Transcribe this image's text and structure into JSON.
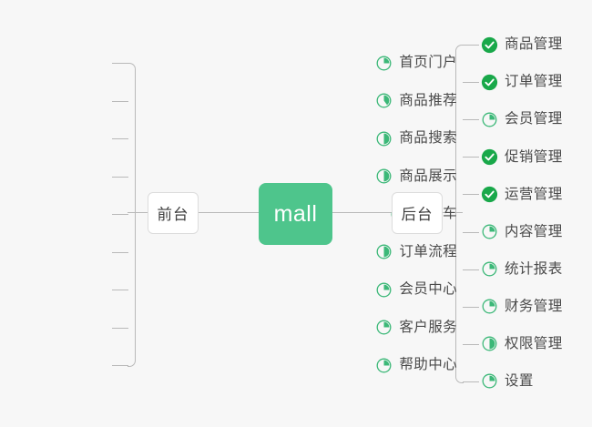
{
  "diagram": {
    "title": "mall",
    "background_color": "#f7f7f7",
    "accent_color": "#4ec58c",
    "done_color": "#19a84a",
    "progress_color": "#3cb878",
    "line_color": "#b9b9b9",
    "text_color": "#4a4a4a"
  },
  "root": {
    "label": "mall"
  },
  "branches": [
    {
      "side": "left",
      "node_label": "前台",
      "node_name": "node-front",
      "items": [
        {
          "label": "首页门户",
          "status": "progress",
          "percent": 25,
          "icon": "pie-progress-icon"
        },
        {
          "label": "商品推荐",
          "status": "progress",
          "percent": 40,
          "icon": "pie-progress-icon"
        },
        {
          "label": "商品搜索",
          "status": "progress",
          "percent": 50,
          "icon": "pie-progress-icon"
        },
        {
          "label": "商品展示",
          "status": "progress",
          "percent": 50,
          "icon": "pie-progress-icon"
        },
        {
          "label": "购物车",
          "status": "progress",
          "percent": 50,
          "icon": "pie-progress-icon"
        },
        {
          "label": "订单流程",
          "status": "progress",
          "percent": 50,
          "icon": "pie-progress-icon"
        },
        {
          "label": "会员中心",
          "status": "progress",
          "percent": 25,
          "icon": "pie-progress-icon"
        },
        {
          "label": "客户服务",
          "status": "progress",
          "percent": 25,
          "icon": "pie-progress-icon"
        },
        {
          "label": "帮助中心",
          "status": "progress",
          "percent": 25,
          "icon": "pie-progress-icon"
        }
      ]
    },
    {
      "side": "right",
      "node_label": "后台",
      "node_name": "node-back",
      "items": [
        {
          "label": "商品管理",
          "status": "done",
          "percent": 100,
          "icon": "check-circle-icon"
        },
        {
          "label": "订单管理",
          "status": "done",
          "percent": 100,
          "icon": "check-circle-icon"
        },
        {
          "label": "会员管理",
          "status": "progress",
          "percent": 25,
          "icon": "pie-progress-icon"
        },
        {
          "label": "促销管理",
          "status": "done",
          "percent": 100,
          "icon": "check-circle-icon"
        },
        {
          "label": "运营管理",
          "status": "done",
          "percent": 100,
          "icon": "check-circle-icon"
        },
        {
          "label": "内容管理",
          "status": "progress",
          "percent": 25,
          "icon": "pie-progress-icon"
        },
        {
          "label": "统计报表",
          "status": "progress",
          "percent": 25,
          "icon": "pie-progress-icon"
        },
        {
          "label": "财务管理",
          "status": "progress",
          "percent": 25,
          "icon": "pie-progress-icon"
        },
        {
          "label": "权限管理",
          "status": "progress",
          "percent": 50,
          "icon": "pie-progress-icon"
        },
        {
          "label": "设置",
          "status": "progress",
          "percent": 25,
          "icon": "pie-progress-icon"
        }
      ]
    }
  ]
}
